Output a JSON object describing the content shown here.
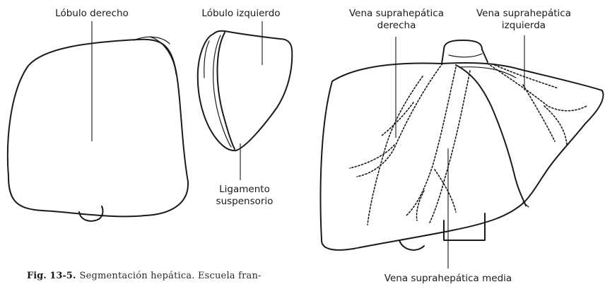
{
  "labels": {
    "lobulo_derecho": "Lóbulo derecho",
    "lobulo_izquierdo": "Lóbulo izquierdo",
    "ligamento_line1": "Ligamento",
    "ligamento_line2": "suspensorio",
    "vena_derecha_line1": "Vena suprahepática",
    "vena_derecha_line2": "derecha",
    "vena_izquierda_line1": "Vena suprahepática",
    "vena_izquierda_line2": "izquierda",
    "vena_media": "Vena suprahepática media"
  },
  "caption": {
    "prefix": "Fig. 13-5.",
    "text": " Segmentación hepática. Escuela fran-"
  },
  "colors": {
    "ink": "#1a1a1a",
    "background": "#ffffff"
  }
}
